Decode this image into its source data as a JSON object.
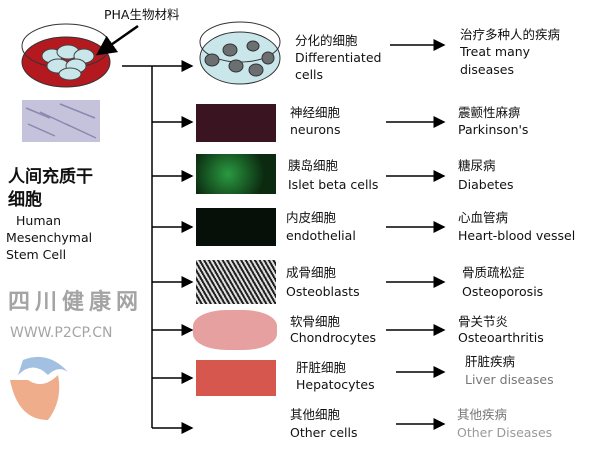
{
  "source": {
    "material_label": "PHA生物材料",
    "title_cn": "人间充质干细胞",
    "title_cn_line1": "人间充质干",
    "title_cn_line2": "细胞",
    "title_en_lines": [
      "Human",
      "Mesenchymal",
      "Stem Cell"
    ]
  },
  "rows": [
    {
      "cell_cn": "分化的细胞",
      "cell_en": [
        "Differentiated",
        "cells"
      ],
      "disease_cn": "治疗多种人的疾病",
      "disease_en": [
        "Treat many",
        "diseases"
      ]
    },
    {
      "cell_cn": "神经细胞",
      "cell_en": [
        "neurons"
      ],
      "disease_cn": "震颤性麻痹",
      "disease_en": [
        "Parkinson's"
      ]
    },
    {
      "cell_cn": "胰岛细胞",
      "cell_en": [
        "Islet beta cells"
      ],
      "disease_cn": "糖尿病",
      "disease_en": [
        "Diabetes"
      ]
    },
    {
      "cell_cn": "内皮细胞",
      "cell_en": [
        "endothelial"
      ],
      "disease_cn": "心血管病",
      "disease_en": [
        "Heart-blood vessel"
      ]
    },
    {
      "cell_cn": "成骨细胞",
      "cell_en": [
        "Osteoblasts"
      ],
      "disease_cn": "骨质疏松症",
      "disease_en": [
        "Osteoporosis"
      ]
    },
    {
      "cell_cn": "软骨细胞",
      "cell_en": [
        "Chondrocytes"
      ],
      "disease_cn": "骨关节炎",
      "disease_en": [
        "Osteoarthritis"
      ]
    },
    {
      "cell_cn": "肝脏细胞",
      "cell_en": [
        "Hepatocytes"
      ],
      "disease_cn": "肝脏疾病",
      "disease_en": [
        "Liver diseases"
      ]
    },
    {
      "cell_cn": "其他细胞",
      "cell_en": [
        "Other cells"
      ],
      "disease_cn": "其他疾病",
      "disease_en": [
        "Other Diseases"
      ]
    }
  ],
  "watermark": {
    "name": "四川健康网",
    "url": "WWW.P2CP.CN"
  },
  "colors": {
    "dish_red": "#b3191f",
    "dish_blue": "#c9e6ea",
    "cell_gray": "#6b6f72"
  }
}
